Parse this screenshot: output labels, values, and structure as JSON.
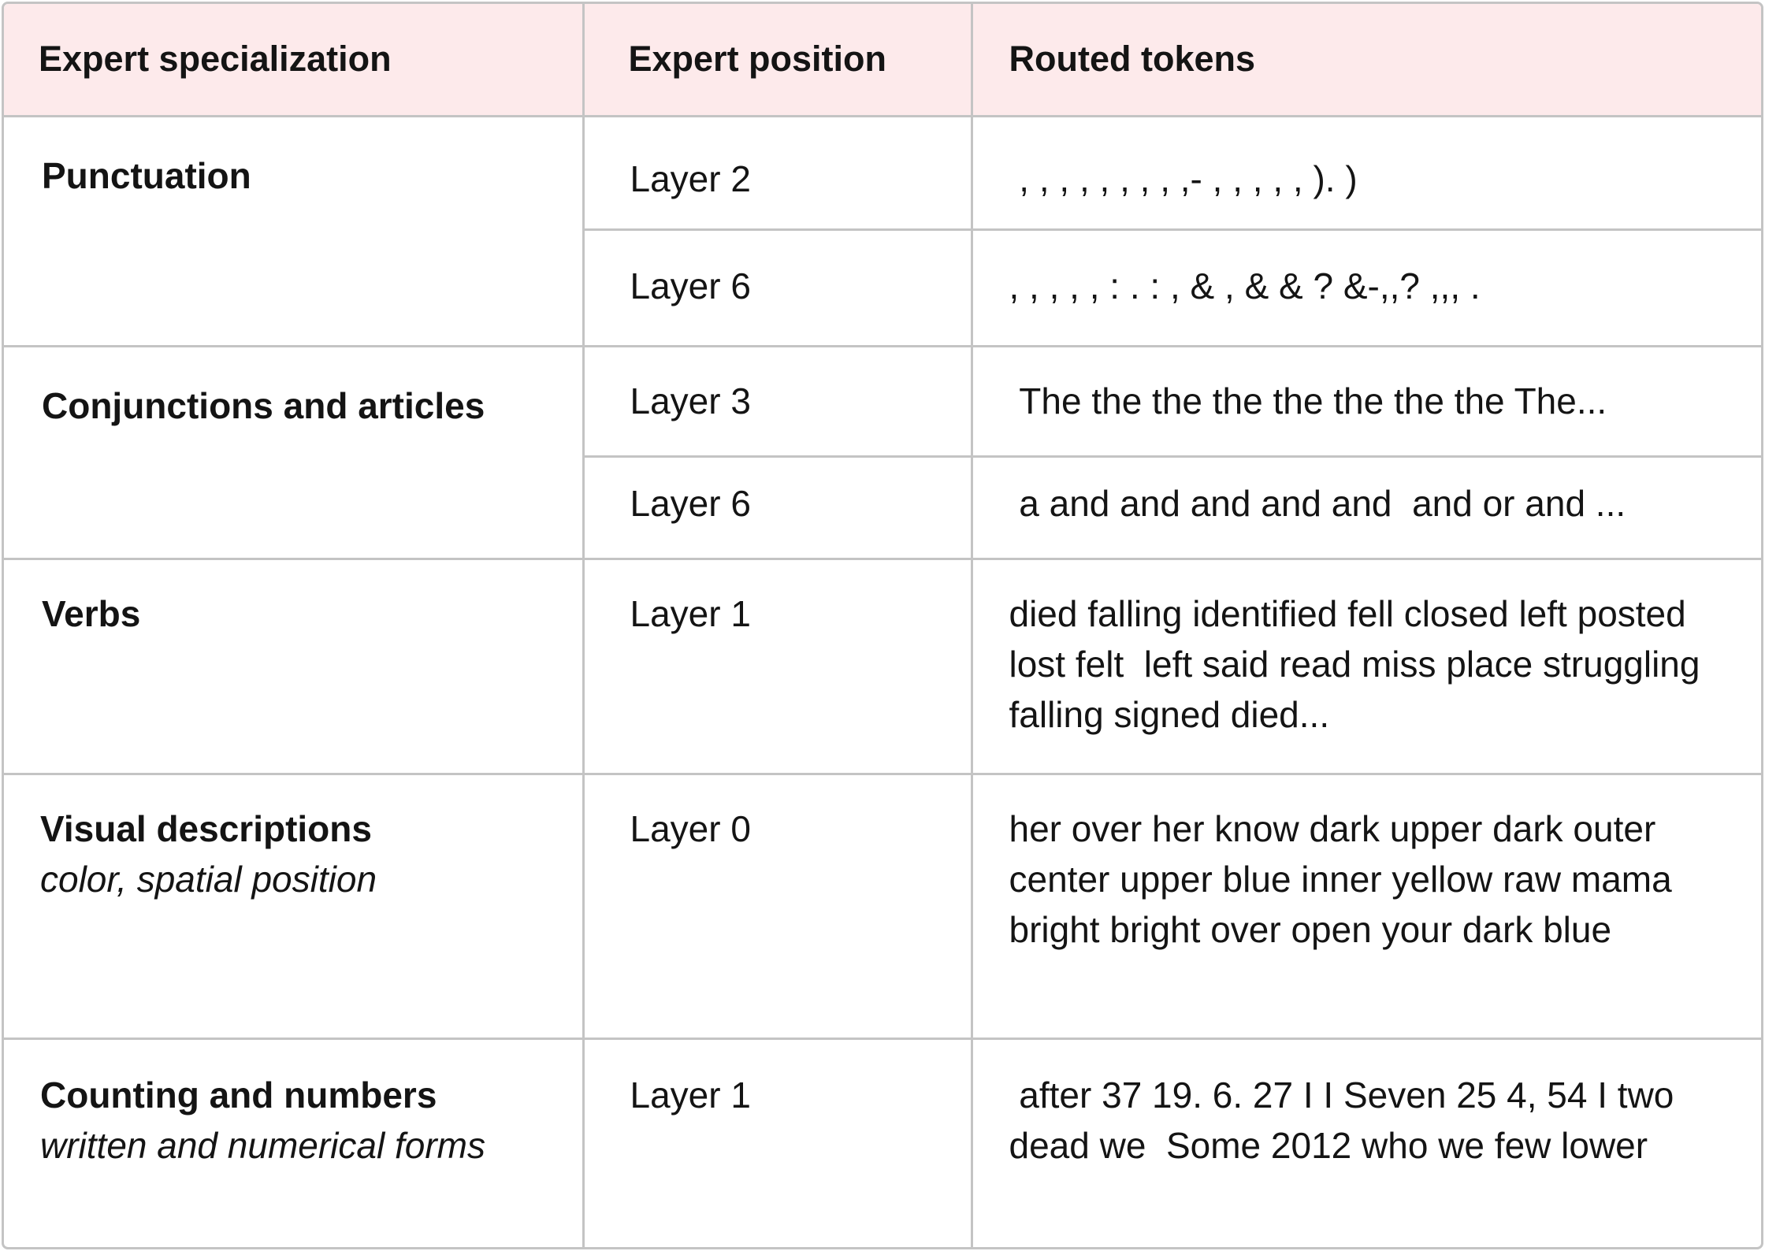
{
  "table": {
    "headers": {
      "specialization": "Expert specialization",
      "position": "Expert position",
      "tokens": "Routed tokens"
    },
    "groups": [
      {
        "title": "Punctuation",
        "subtitle": "",
        "rows": [
          {
            "position": "Layer 2",
            "tokens": " , , , , , , , , ,- , , , , , ). )"
          },
          {
            "position": "Layer 6",
            "tokens": ", , , , , : . : , & , & & ? &-,,? ,,, ."
          }
        ]
      },
      {
        "title": "Conjunctions and articles",
        "subtitle": "",
        "rows": [
          {
            "position": "Layer 3",
            "tokens": " The the the the the the the the The..."
          },
          {
            "position": "Layer 6",
            "tokens": " a and and and and and  and or and ..."
          }
        ]
      },
      {
        "title": "Verbs",
        "subtitle": "",
        "rows": [
          {
            "position": "Layer 1",
            "tokens": "died falling identified fell closed left posted lost felt  left said read miss place struggling falling signed died..."
          }
        ]
      },
      {
        "title": "Visual descriptions",
        "subtitle": "color, spatial position",
        "rows": [
          {
            "position": "Layer 0",
            "tokens": "her over her know dark upper dark outer  center upper blue inner yellow raw mama  bright bright over open your dark blue"
          }
        ]
      },
      {
        "title": "Counting and numbers",
        "subtitle": "written and numerical forms",
        "rows": [
          {
            "position": "Layer 1",
            "tokens": " after 37 19. 6. 27 I I Seven 25 4, 54 I two dead we  Some 2012 who we few lower"
          }
        ]
      }
    ]
  },
  "colors": {
    "header_background": "#fdeaeb",
    "grid_lines": "#c4c4c4",
    "text": "#141414"
  }
}
